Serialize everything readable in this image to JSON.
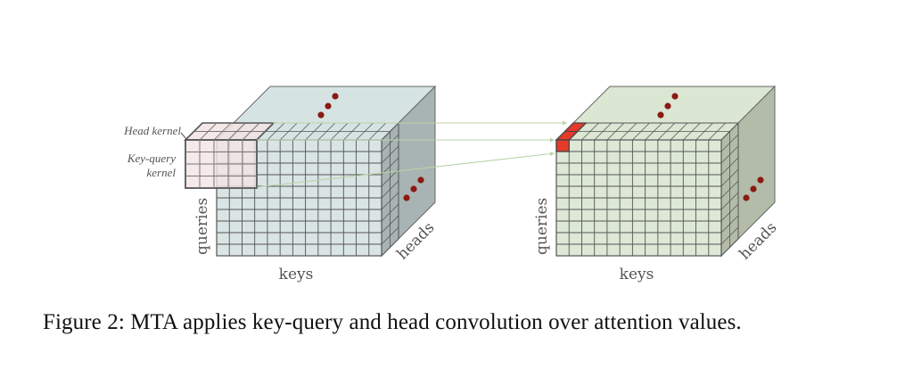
{
  "figure": {
    "caption": "Figure 2: MTA applies key-query and head convolution over attention values.",
    "left_tensor": {
      "axis_labels": {
        "x": "keys",
        "y": "queries",
        "z": "heads"
      },
      "grid": {
        "cols": 13,
        "rows": 10,
        "depth_slices": 2
      },
      "colors": {
        "front": "#d9e4e4",
        "top": "#d6e3e3",
        "side": "#a8b3b3",
        "line": "#555555"
      }
    },
    "right_tensor": {
      "axis_labels": {
        "x": "keys",
        "y": "queries",
        "z": "heads"
      },
      "grid": {
        "cols": 13,
        "rows": 10,
        "depth_slices": 2
      },
      "colors": {
        "front": "#dde8d6",
        "top": "#dbe6d3",
        "side": "#b3bca8",
        "line": "#555555"
      },
      "highlight_color": "#e53a2a"
    },
    "kernel": {
      "labels": {
        "head": "Head kernel",
        "key_query_line1": "Key-query",
        "key_query_line2": "kernel"
      },
      "grid": {
        "cols": 5,
        "rows": 4,
        "depth_slices": 2
      },
      "color": "#f3e4e4"
    },
    "ellipsis_dot_color": "#8b1a12",
    "connector_color": "#b9d3a8"
  }
}
